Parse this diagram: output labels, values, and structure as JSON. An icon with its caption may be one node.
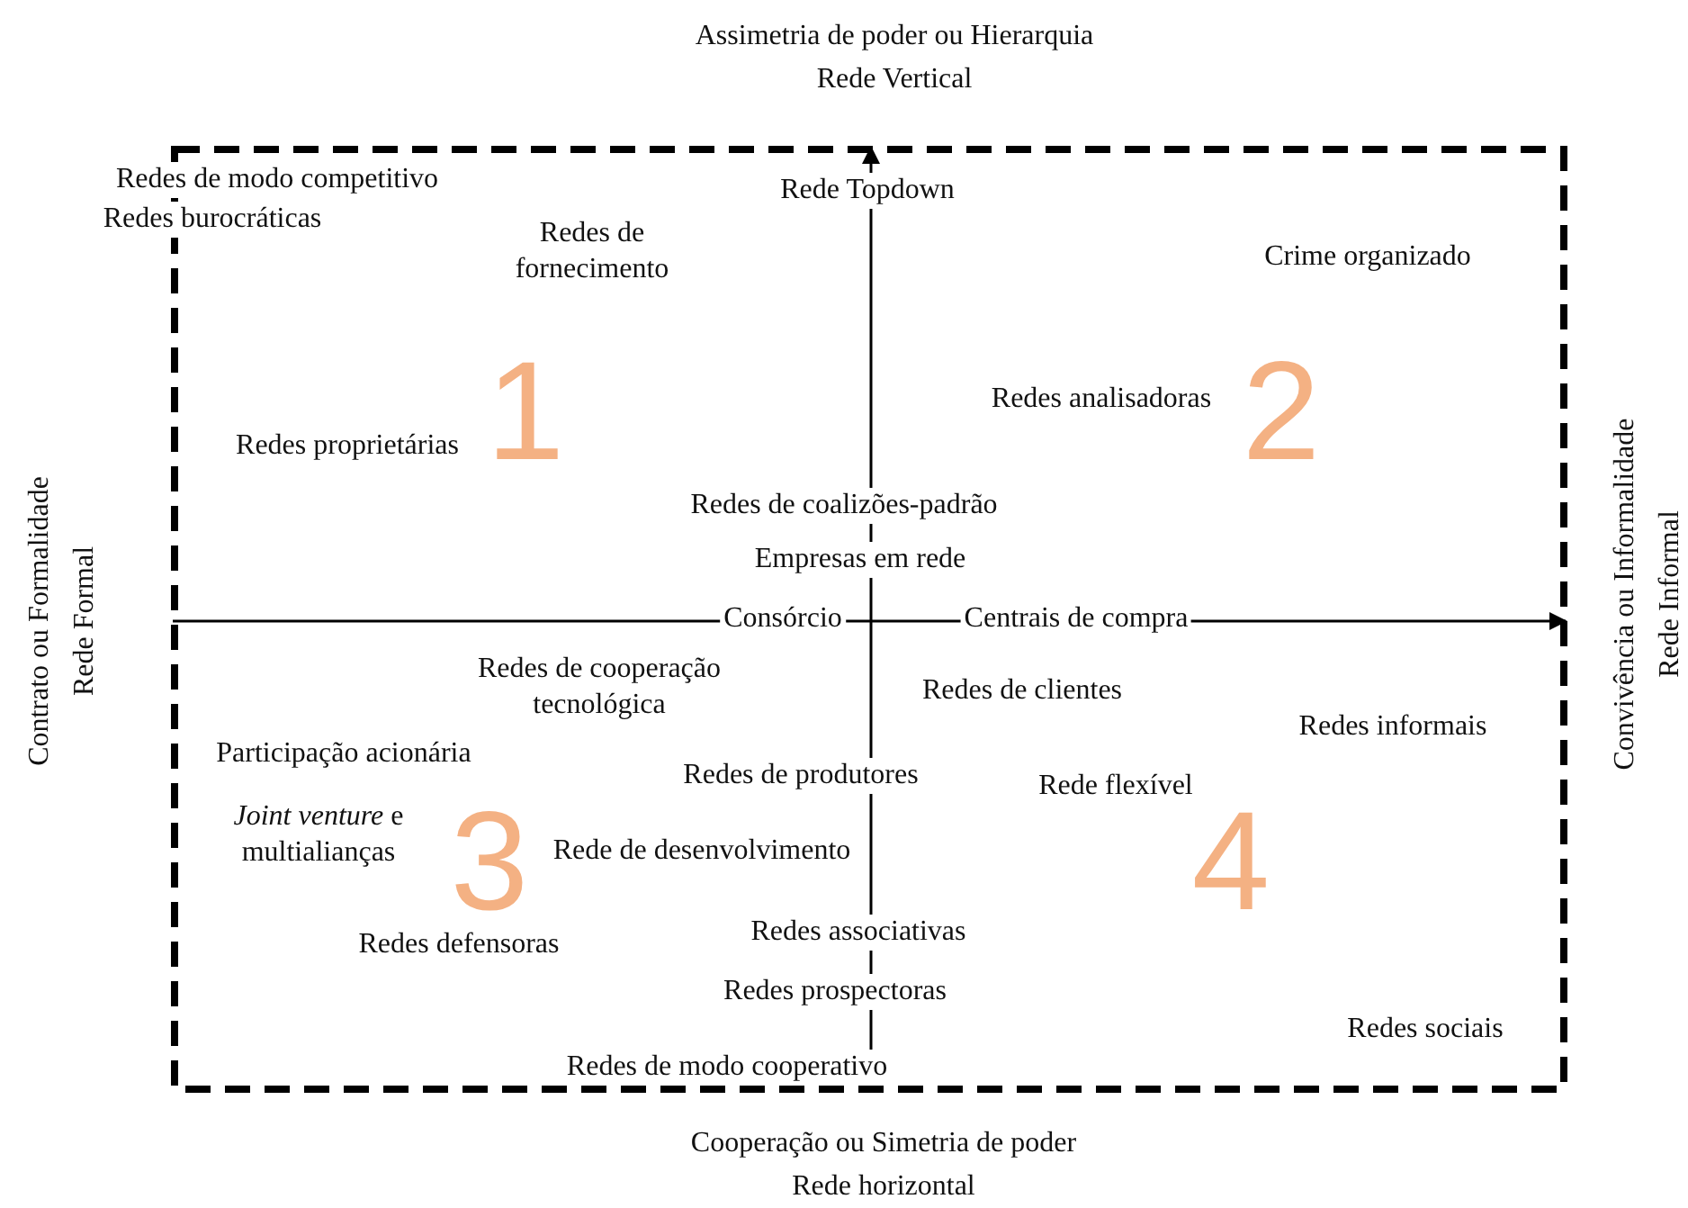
{
  "diagram": {
    "labels": [
      "Assimetria de poder ou Hierarquia",
      "Rede Vertical",
      "Contrato ou Formalidade",
      "Rede Formal",
      "Convivência ou Informalidade",
      "Rede Informal",
      "Redes de modo competitivo",
      "Redes burocráticas",
      "Rede Topdown",
      "Redes de fornecimento",
      "Crime organizado",
      "1",
      "Redes proprietárias",
      "Redes analisadoras",
      "2",
      "Redes de coalizões-padrão",
      "Empresas em rede",
      "Consórcio",
      "Centrais de compra",
      "Redes de cooperação tecnológica",
      "Redes de clientes",
      "Redes informais",
      "Participação acionária",
      "Redes de produtores",
      "Rede flexível",
      "*Joint venture* e multialianças",
      "3",
      "Rede de desenvolvimento",
      "4",
      "Redes defensoras",
      "Redes associativas",
      "Redes prospectoras",
      "Redes sociais",
      "Redes de modo cooperativo",
      "Cooperação ou Simetria de poder",
      "Rede horizontal"
    ]
  }
}
